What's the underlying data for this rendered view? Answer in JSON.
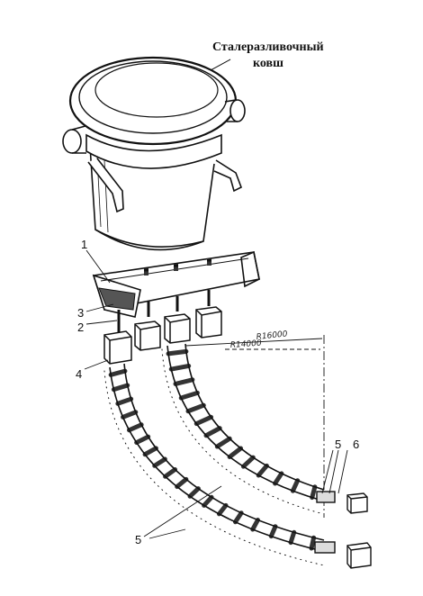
{
  "title": {
    "line1": "Сталеразливочный",
    "line2": "ковш"
  },
  "callouts": {
    "n1": "1",
    "n2": "2",
    "n3": "3",
    "n4": "4",
    "n5_upper": "5",
    "n6": "6",
    "n5_lower": "5"
  },
  "radii": {
    "outer": "R16000",
    "inner": "R14000"
  }
}
